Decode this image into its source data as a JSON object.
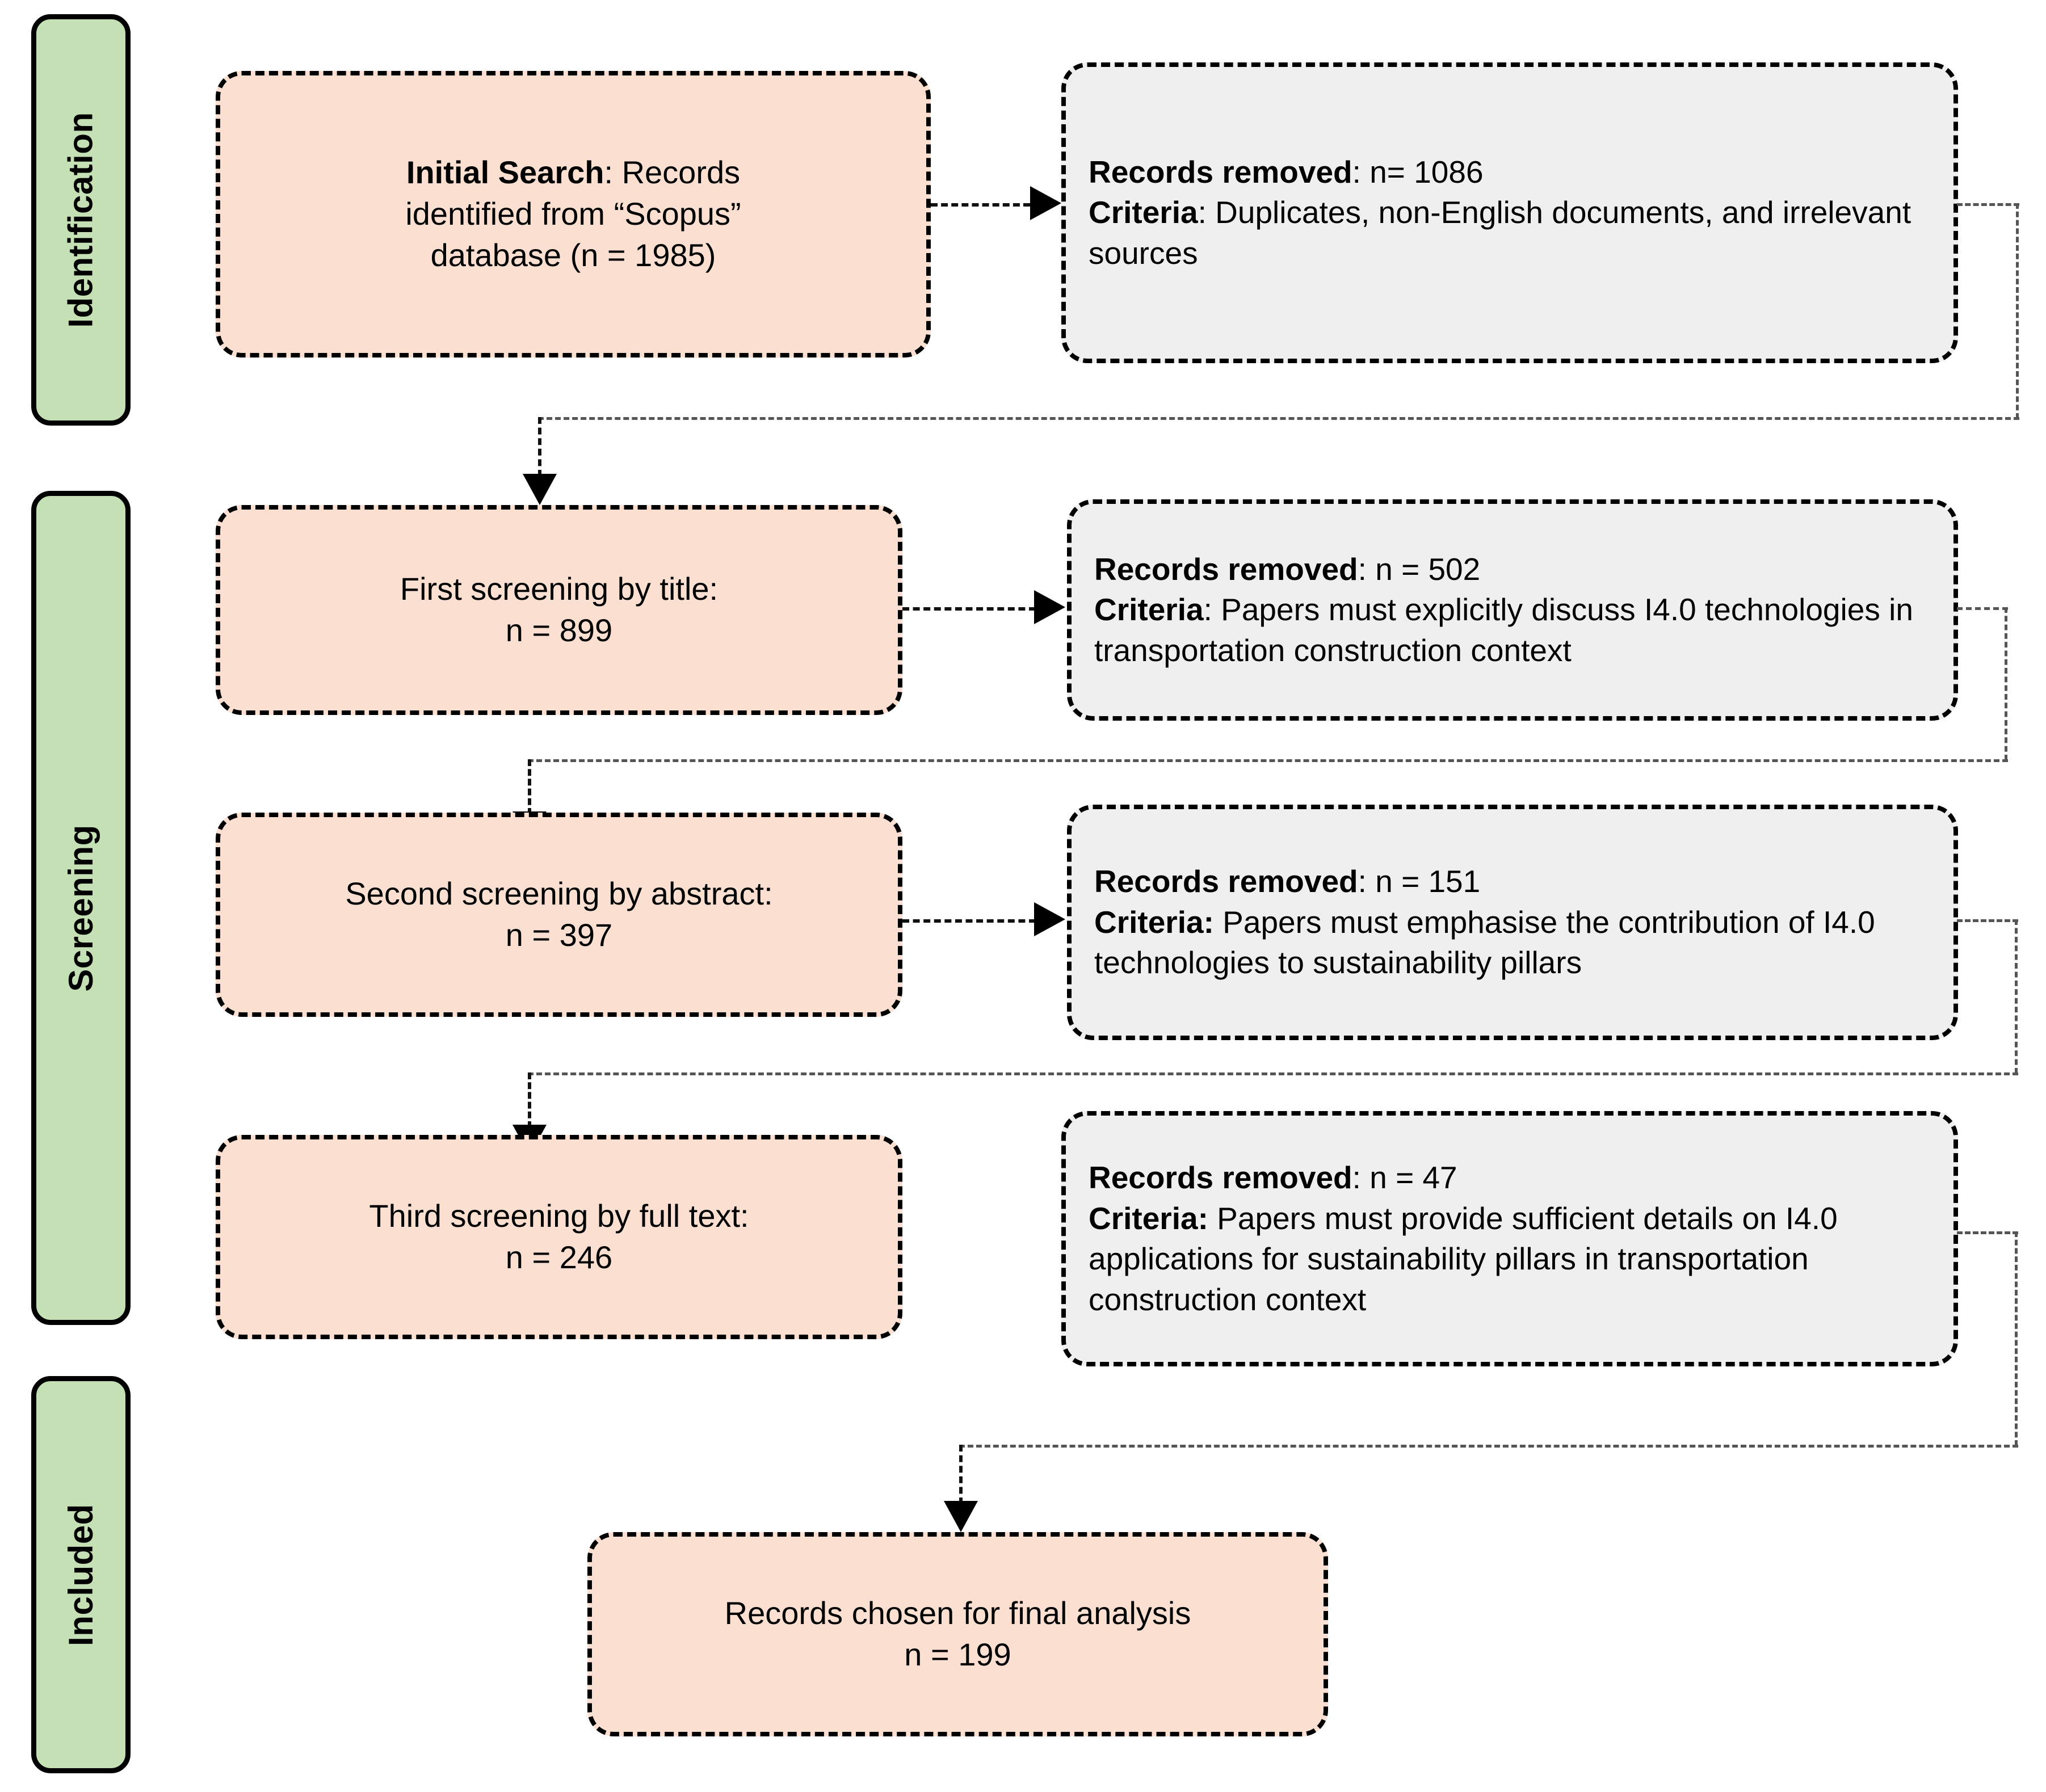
{
  "diagram": {
    "type": "prisma-flow-diagram",
    "colors": {
      "stage_bar_fill": "#c5e0b4",
      "record_box_fill": "#fbe0d2",
      "removed_box_fill": "#efefef",
      "border": "#000000"
    },
    "stages": [
      {
        "label": "Identification"
      },
      {
        "label": "Screening"
      },
      {
        "label": "Included"
      }
    ],
    "records_boxes": [
      {
        "bold_lead": "Initial Search",
        "line1_rest": ": Records",
        "line2": "identified from “Scopus”",
        "line3": "database (n = 1985)"
      },
      {
        "line1": "First screening by title:",
        "line2": "n = 899"
      },
      {
        "line1": "Second screening by abstract:",
        "line2": "n = 397"
      },
      {
        "line1": "Third screening by full text:",
        "line2": "n = 246"
      },
      {
        "line1": "Records chosen for final analysis",
        "line2": "n = 199"
      }
    ],
    "removed_boxes": [
      {
        "removed_label": "Records removed",
        "removed_value": ": n= 1086",
        "criteria_label": "Criteria",
        "criteria_value": ": Duplicates, non-English documents, and irrelevant sources"
      },
      {
        "removed_label": "Records removed",
        "removed_value": ": n = 502",
        "criteria_label": "Criteria",
        "criteria_value": ": Papers must explicitly discuss I4.0 technologies in transportation construction context"
      },
      {
        "removed_label": "Records removed",
        "removed_value": ": n = 151",
        "criteria_label": "Criteria:",
        "criteria_value": " Papers must emphasise the contribution of I4.0 technologies to sustainability pillars"
      },
      {
        "removed_label": "Records removed",
        "removed_value": ": n = 47",
        "criteria_label": "Criteria:",
        "criteria_value": " Papers must provide sufficient details on I4.0 applications for sustainability pillars in transportation construction context"
      }
    ]
  }
}
